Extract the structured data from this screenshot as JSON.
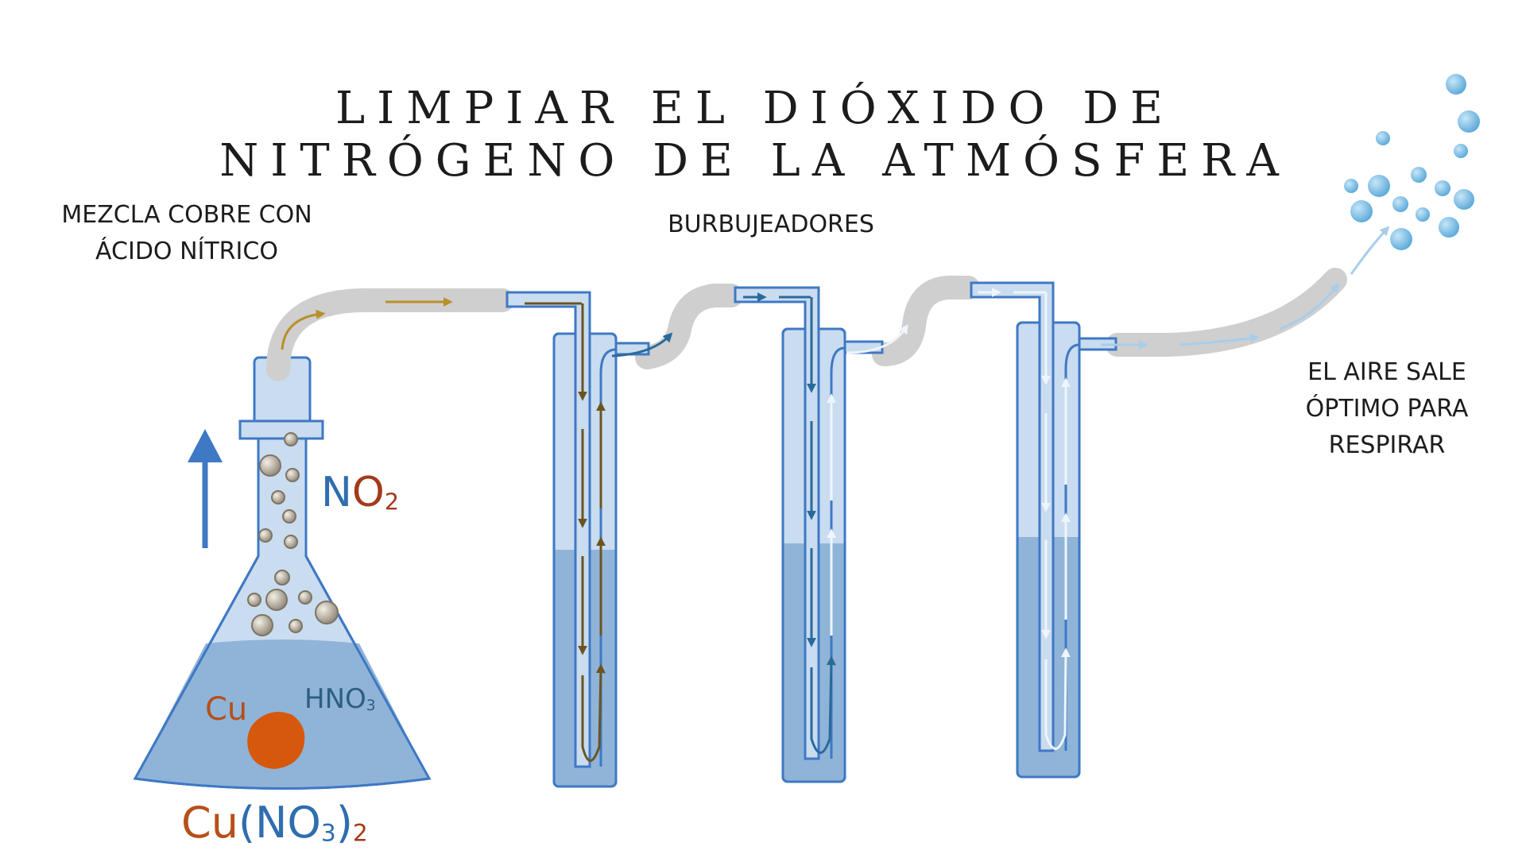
{
  "title": "LIMPIAR EL DIÓXIDO DE NITRÓGENO DE LA ATMÓSFERA",
  "labels": {
    "mix_line1": "MEZCLA COBRE CON",
    "mix_line2": "ÁCIDO NÍTRICO",
    "bubblers": "BURBUJEADORES",
    "air_line1": "EL AIRE SALE",
    "air_line2": "ÓPTIMO PARA",
    "air_line3": "RESPIRAR"
  },
  "chemicals": {
    "no2": {
      "n": "N",
      "o": "O",
      "sub": "2"
    },
    "hno3": {
      "text": "HNO",
      "sub": "3"
    },
    "cu": "Cu",
    "cu_no3": {
      "cu": "Cu",
      "open": "(",
      "no": "NO",
      "sub3": "3",
      "close": ")",
      "sub2": "2"
    }
  },
  "colors": {
    "glass_fill": "#c9dcf0",
    "glass_stroke": "#3f78c4",
    "liquid": "#8fb4d8",
    "tube": "#cfcfcf",
    "gas_arrow_1": "#b8902a",
    "flow_1": "#6b5420",
    "flow_2": "#2a6a9a",
    "flow_3": "#ffffff",
    "bubble": "#6ab4e0",
    "copper": "#d6580d"
  }
}
